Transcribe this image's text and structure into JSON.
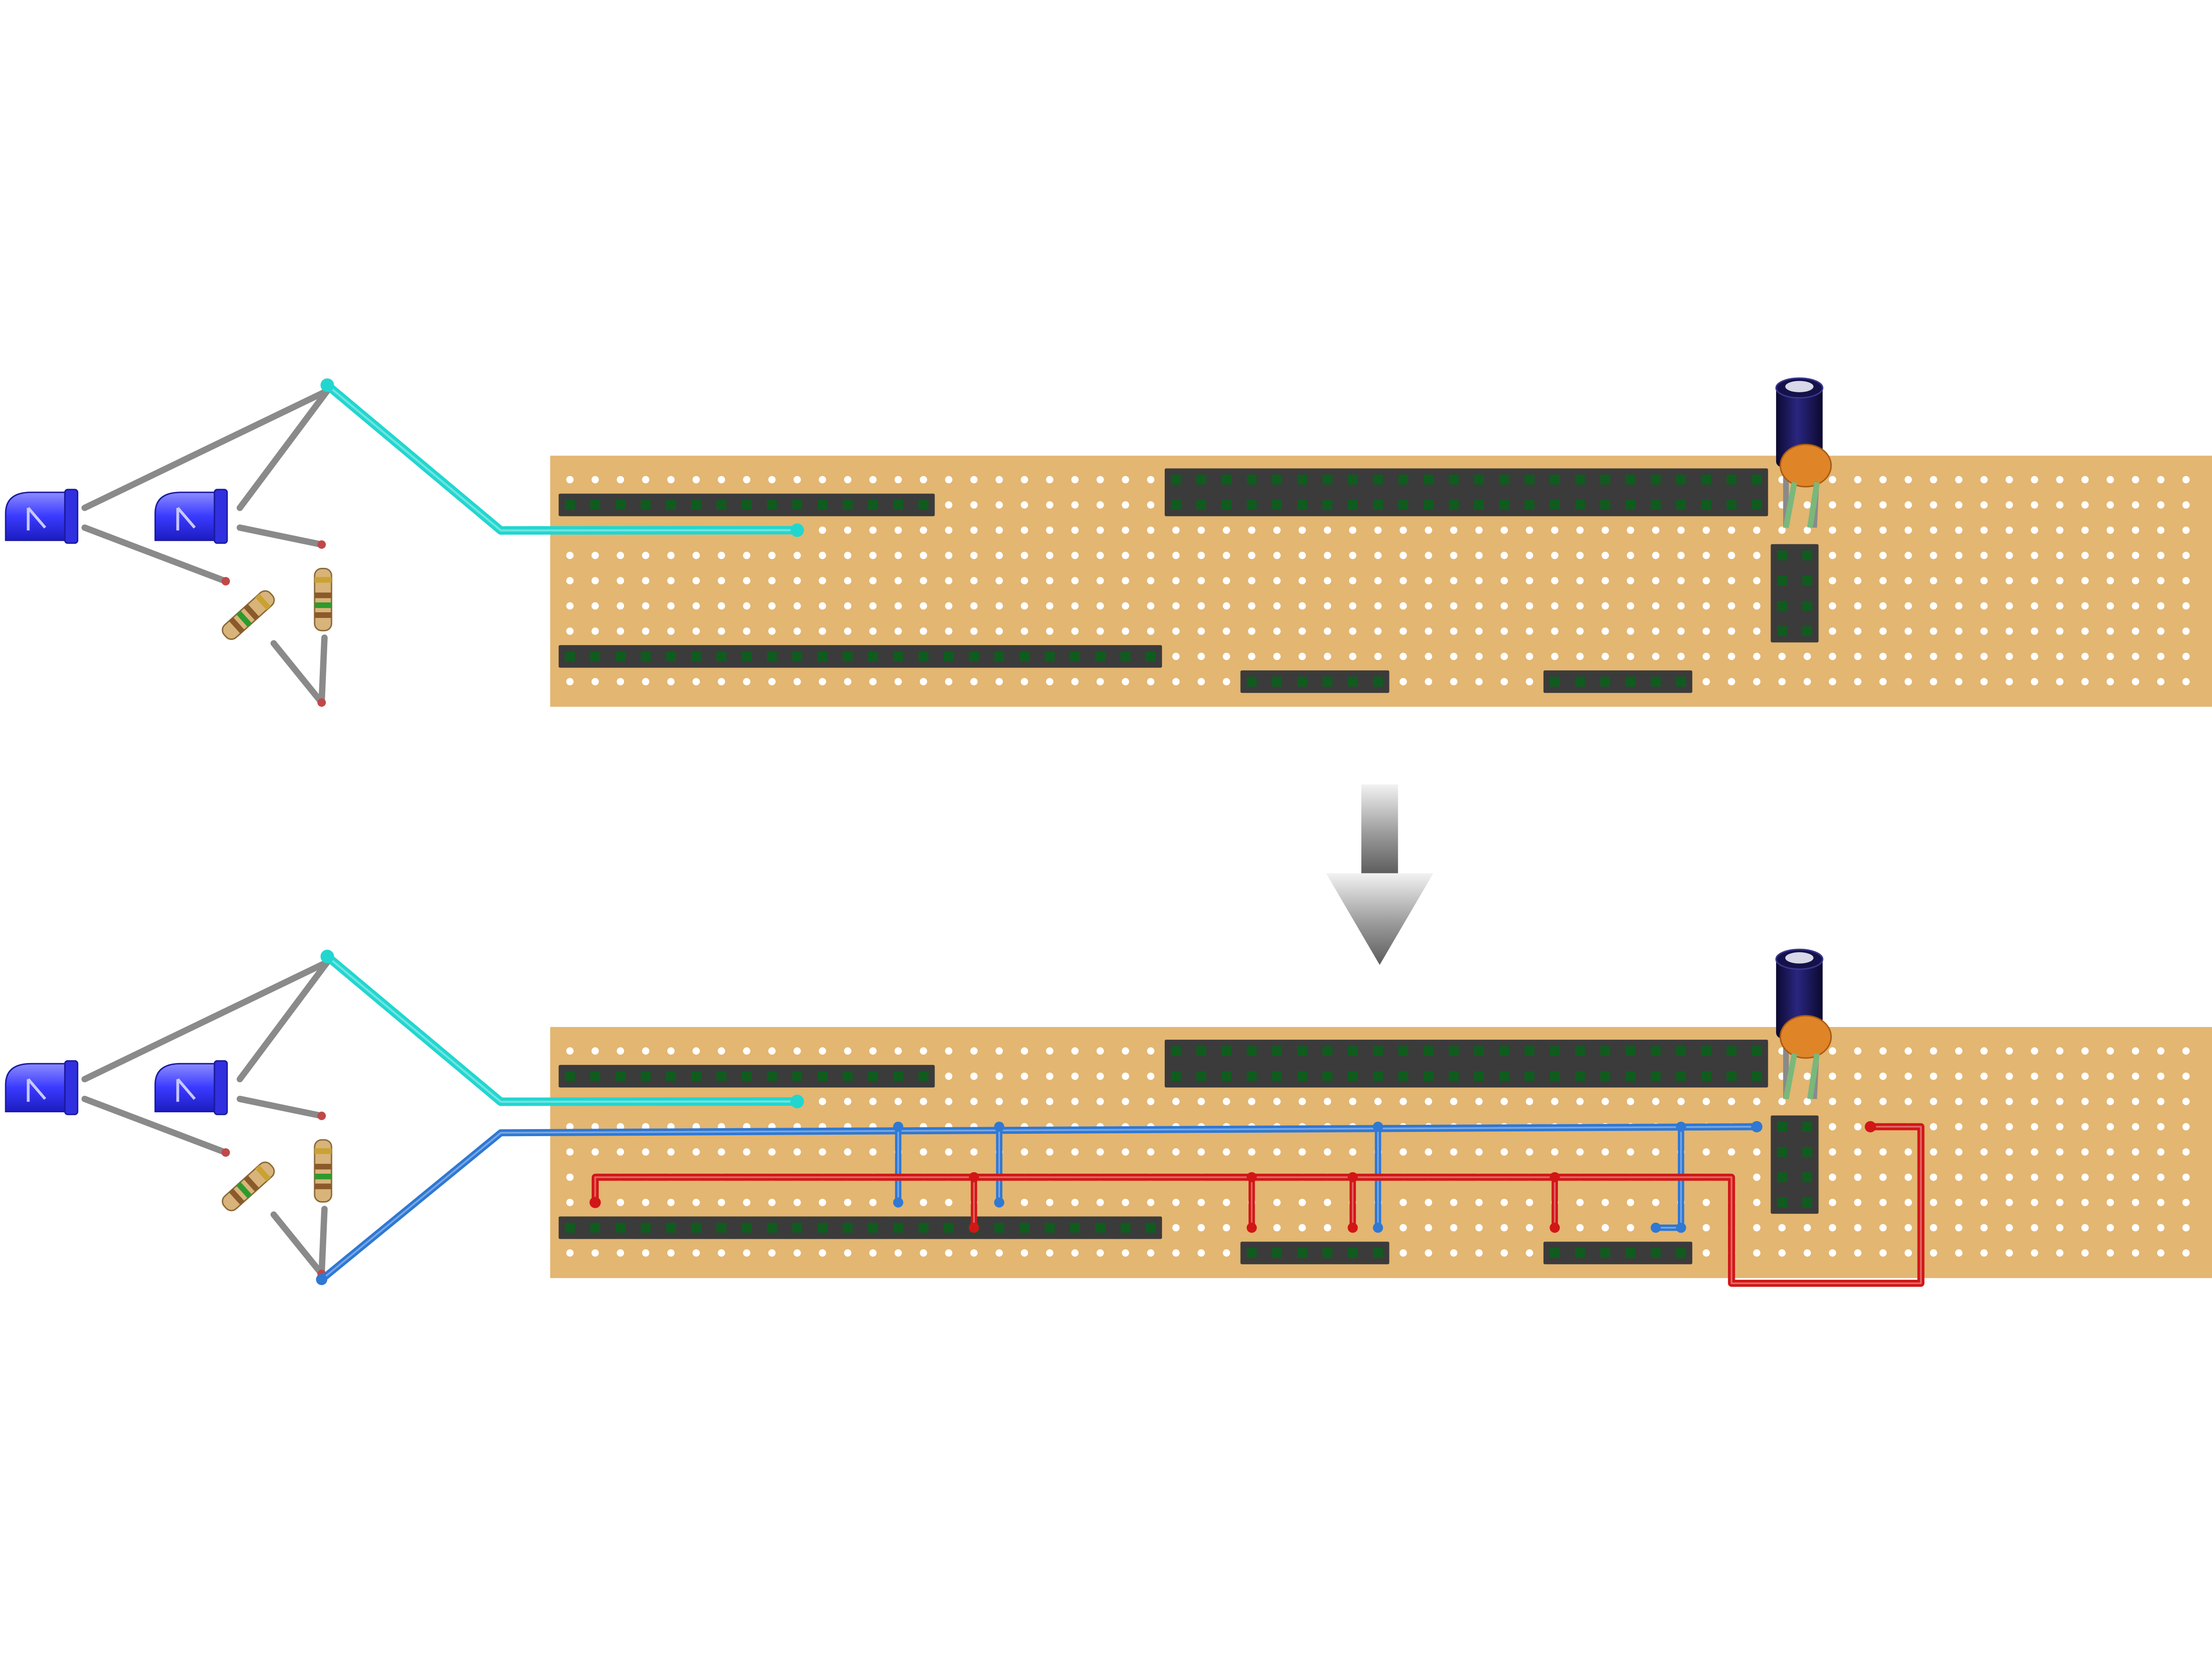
{
  "diagram": {
    "type": "stripboard-wiring-diagram",
    "colors": {
      "background": "#ffffff",
      "board": "#e3b672",
      "board_hole": "#ffffff",
      "header": "#3b3b3b",
      "header_pin": "#0f5c1e",
      "led": "#3a3aff",
      "lead": "#8a8a8a",
      "wire_cyan": "#22d6d0",
      "wire_blue": "#2f78d4",
      "wire_red": "#d21616",
      "capacitor": "#15124a",
      "ceramic_cap": "#e08428",
      "arrow": "#8c8c8c"
    },
    "panels": [
      {
        "name": "before",
        "components": [
          "led",
          "led",
          "resistor",
          "resistor",
          "capacitor",
          "ceramic-capacitor",
          "header",
          "header",
          "header",
          "header",
          "header",
          "header"
        ],
        "wires": [
          "cyan"
        ]
      },
      {
        "name": "after",
        "components": [
          "led",
          "led",
          "resistor",
          "resistor",
          "capacitor",
          "ceramic-capacitor",
          "header",
          "header",
          "header",
          "header",
          "header",
          "header"
        ],
        "wires": [
          "cyan",
          "blue",
          "red"
        ]
      }
    ],
    "arrow_icon": "down-arrow-icon"
  }
}
